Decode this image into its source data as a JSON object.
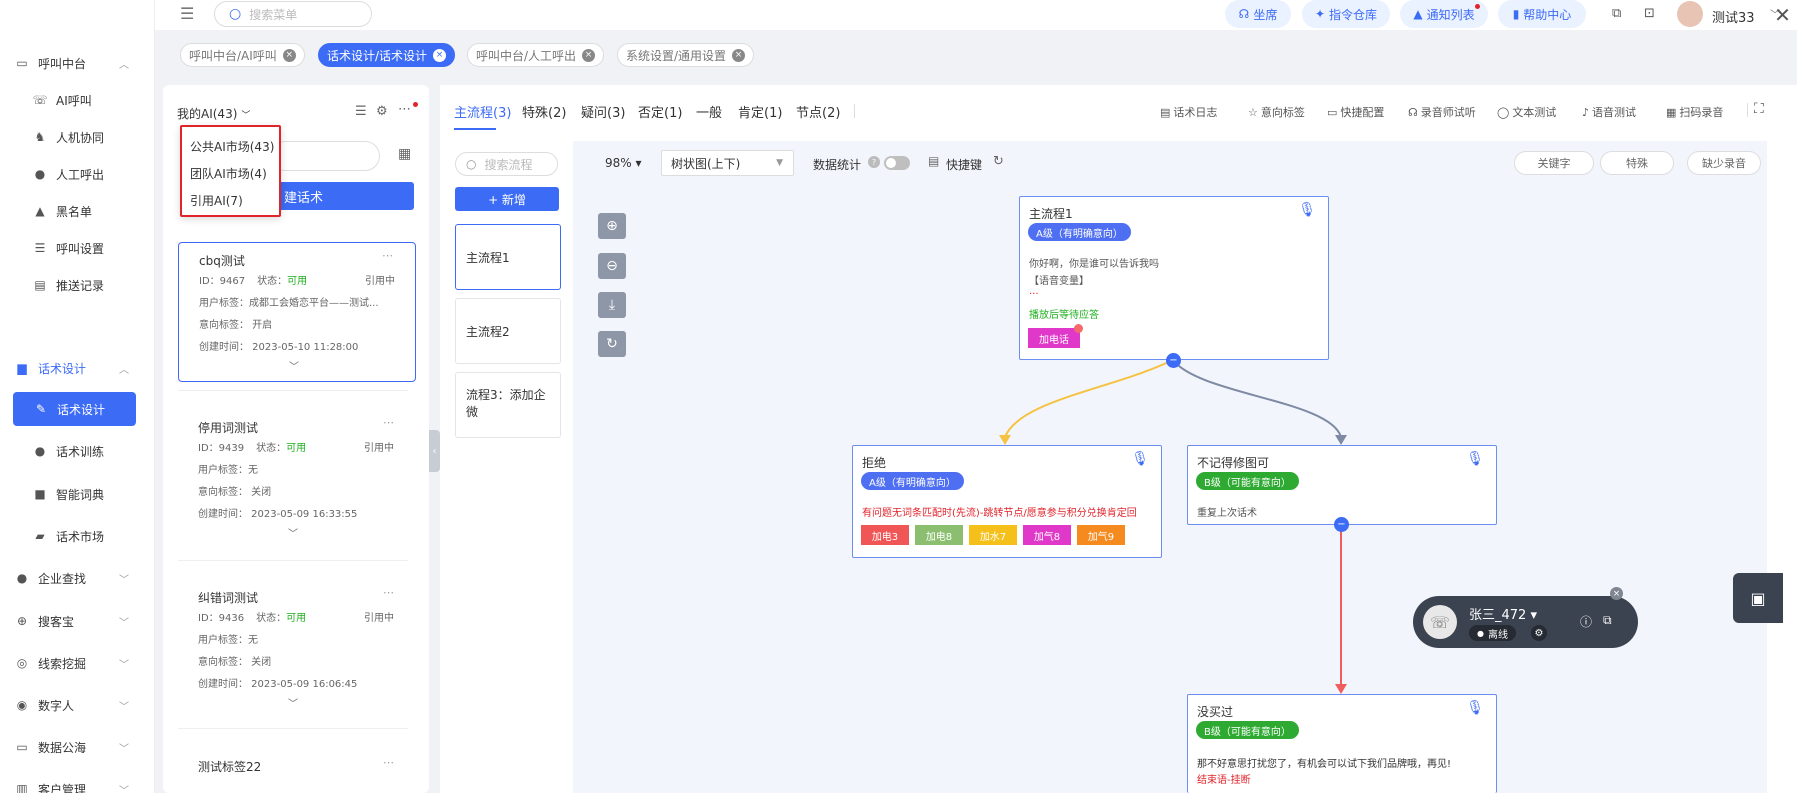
{
  "sidebar": {
    "groups": [
      {
        "label": "呼叫中台",
        "icon": "monitor-icon",
        "expanded": true,
        "items": [
          {
            "label": "AI呼叫",
            "icon": "phone-icon"
          },
          {
            "label": "人机协同",
            "icon": "user-headset-icon"
          },
          {
            "label": "人工呼出",
            "icon": "user-icon"
          },
          {
            "label": "黑名单",
            "icon": "warning-icon"
          },
          {
            "label": "呼叫设置",
            "icon": "sliders-icon"
          },
          {
            "label": "推送记录",
            "icon": "doc-icon"
          }
        ]
      },
      {
        "label": "话术设计",
        "icon": "book-icon",
        "expanded": true,
        "items": [
          {
            "label": "话术设计",
            "icon": "pen-icon",
            "active": true
          },
          {
            "label": "话术训练",
            "icon": "chat-icon"
          },
          {
            "label": "智能词典",
            "icon": "dict-icon"
          },
          {
            "label": "话术市场",
            "icon": "market-icon"
          }
        ]
      },
      {
        "label": "企业查找",
        "icon": "bulb-icon"
      },
      {
        "label": "搜客宝",
        "icon": "search-icon"
      },
      {
        "label": "线索挖掘",
        "icon": "target-icon"
      },
      {
        "label": "数字人",
        "icon": "robot-icon"
      },
      {
        "label": "数据公海",
        "icon": "sea-icon"
      },
      {
        "label": "客户管理",
        "icon": "chart-icon"
      }
    ]
  },
  "topbar": {
    "search_placeholder": "搜索菜单",
    "buttons": [
      "坐席",
      "指令仓库",
      "通知列表",
      "帮助中心"
    ],
    "username": "测试33"
  },
  "tags": [
    {
      "label": "呼叫中台/AI呼叫",
      "active": false
    },
    {
      "label": "话术设计/话术设计",
      "active": true
    },
    {
      "label": "呼叫中台/人工呼出",
      "active": false
    },
    {
      "label": "系统设置/通用设置",
      "active": false
    }
  ],
  "left_panel": {
    "my_ai": "我的AI(43)",
    "dropdown": [
      "公共AI市场(43)",
      "团队AI市场(4)",
      "引用AI(7)"
    ],
    "new_button_partial": "建话术",
    "cards": [
      {
        "title": "cbq测试",
        "id": "ID：9467",
        "status_label": "状态：",
        "status": "可用",
        "ref": "引用中",
        "user_tag": "用户标签：成都工会婚恋平台——测试...",
        "intent_tag": "意向标签： 开启",
        "created": "创建时间： 2023-05-10 11:28:00"
      },
      {
        "title": "停用词测试",
        "id": "ID：9439",
        "status_label": "状态：",
        "status": "可用",
        "ref": "引用中",
        "user_tag": "用户标签：无",
        "intent_tag": "意向标签： 关闭",
        "created": "创建时间： 2023-05-09 16:33:55"
      },
      {
        "title": "纠错词测试",
        "id": "ID：9436",
        "status_label": "状态：",
        "status": "可用",
        "ref": "引用中",
        "user_tag": "用户标签：无",
        "intent_tag": "意向标签： 关闭",
        "created": "创建时间： 2023-05-09 16:06:45"
      },
      {
        "title": "测试标签22"
      }
    ]
  },
  "flow_tabs": [
    "主流程(3)",
    "特殊(2)",
    "疑问(3)",
    "否定(1)",
    "一般",
    "肯定(1)",
    "节点(2)"
  ],
  "tools": [
    "话术日志",
    "意向标签",
    "快捷配置",
    "录音师试听",
    "文本测试",
    "语音测试",
    "扫码录音"
  ],
  "flows": {
    "search_placeholder": "搜索流程",
    "add_button": "+ 新增",
    "items": [
      "主流程1",
      "主流程2",
      "流程3：添加企微"
    ]
  },
  "canvas_toolbar": {
    "zoom": "98%",
    "view": "树状图(上下)",
    "stats": "数据统计",
    "shortcut": "快捷键",
    "right_buttons": [
      "关键字",
      "特殊",
      "缺少录音"
    ]
  },
  "nodes": [
    {
      "title": "主流程1",
      "level": "A级（有明确意向）",
      "lines": [
        "你好啊，你是谁可以告诉我吗",
        "【语音变量】",
        "...",
        "播放后等待应答"
      ],
      "tags": [
        "加电话"
      ]
    },
    {
      "title": "拒绝",
      "level": "A级（有明确意向）",
      "warn": "有问题无词条匹配时(先流)-跳转节点/愿意参与积分兑换肯定回",
      "tags": [
        "加电3",
        "加电8",
        "加水7",
        "加气8",
        "加气9"
      ]
    },
    {
      "title": "不记得修图可",
      "level": "B级（可能有意向）",
      "lines": [
        "重复上次话术"
      ]
    },
    {
      "title": "没买过",
      "level": "B级（可能有意向）",
      "lines": [
        "那不好意思打扰您了，有机会可以试下我们品牌哦，再见!"
      ],
      "end": "结束语-挂断"
    }
  ],
  "call": {
    "name": "张三_472",
    "status": "离线"
  },
  "colors": {
    "primary": "#3c6bf5",
    "highlight": "#e0242b",
    "success": "#1fb01f"
  }
}
